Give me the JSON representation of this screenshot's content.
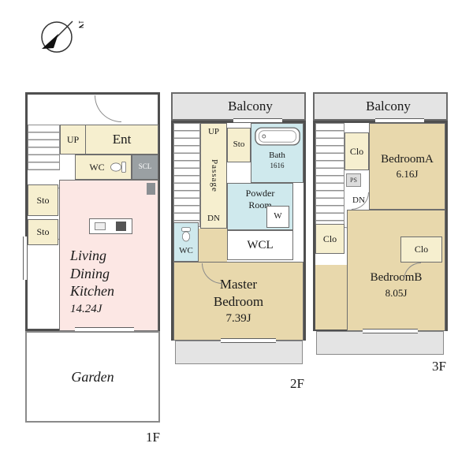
{
  "colors": {
    "wall": "#4f4f4f",
    "cream": "#f6efcf",
    "pink": "#fce7e4",
    "tan": "#e8d8ac",
    "blue": "#cfe9ed",
    "gray": "#e4e4e4"
  },
  "compass": {
    "north_label": "N"
  },
  "floor1": {
    "floor_label": "1F",
    "ent": "Ent",
    "up": "UP",
    "wc": "WC",
    "scl": "SCL",
    "sto_a": "Sto",
    "sto_b": "Sto",
    "ldk_name": "Living\nDining\nKitchen",
    "ldk_area": "14.24J",
    "garden": "Garden"
  },
  "floor2": {
    "floor_label": "2F",
    "balcony": "Balcony",
    "up": "UP",
    "passage": "Passage",
    "dn": "DN",
    "sto": "Sto",
    "bath_name": "Bath",
    "bath_size": "1616",
    "powder_room": "Powder\nRoom",
    "washer": "W",
    "wc": "WC",
    "wcl": "WCL",
    "master_name": "Master\nBedroom",
    "master_area": "7.39J"
  },
  "floor3": {
    "floor_label": "3F",
    "balcony": "Balcony",
    "clo_a": "Clo",
    "ps": "PS",
    "dn": "DN",
    "bedroom_a_name": "BedroomA",
    "bedroom_a_area": "6.16J",
    "clo_b": "Clo",
    "clo_c": "Clo",
    "bedroom_b_name": "BedroomB",
    "bedroom_b_area": "8.05J"
  }
}
